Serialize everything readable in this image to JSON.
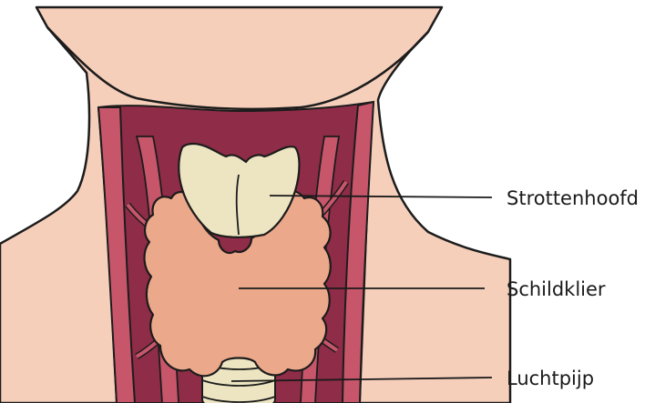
{
  "diagram": {
    "labels": {
      "larynx": "Strottenhoofd",
      "thyroid": "Schildklier",
      "trachea": "Luchtpijp"
    }
  },
  "colors": {
    "skin": "#f6cfbb",
    "outline": "#1c1c1c",
    "muscle_dark": "#8f2c47",
    "muscle_light": "#c8566b",
    "thyroid": "#eca88a",
    "cartilage": "#ede5c2",
    "leader_line": "#1a1a1a"
  }
}
